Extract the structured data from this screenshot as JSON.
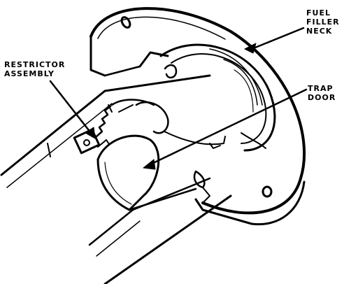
{
  "labels": {
    "fuel_filler_neck": [
      "FUEL",
      "FILLER",
      "NECK"
    ],
    "trap_door": [
      "TRAP",
      "DOOR"
    ],
    "restrictor_assembly": [
      "RESTRICTOR",
      "ASSEMBLY"
    ]
  },
  "colors": {
    "ink": "#000000",
    "paper": "#ffffff"
  }
}
